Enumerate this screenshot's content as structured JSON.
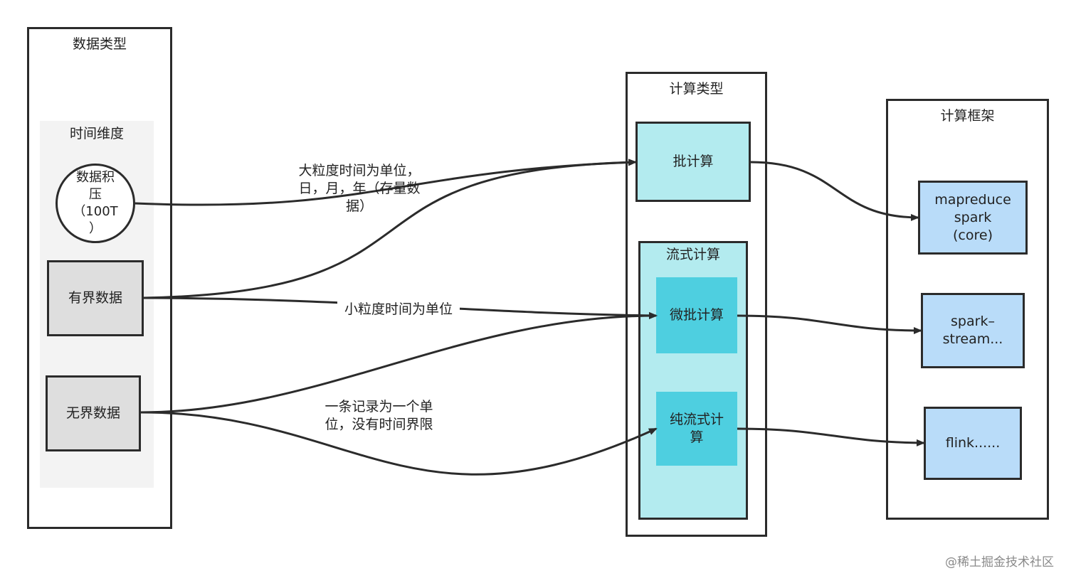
{
  "data_types": {
    "title": "数据类型",
    "time_dimension": "时间维度",
    "backlog": "数据积\n压\n（100T\n）",
    "bounded": "有界数据",
    "unbounded": "无界数据"
  },
  "compute_types": {
    "title": "计算类型",
    "batch": "批计算",
    "stream": "流式计算",
    "micro_batch": "微批计算",
    "pure_stream": "纯流式计\n算"
  },
  "frameworks": {
    "title": "计算框架",
    "mapreduce": "mapreduce\nspark\n(core)",
    "spark_streaming": "spark–\nstream...",
    "flink": "flink......"
  },
  "edge_labels": {
    "coarse": "大粒度时间为单位，\n日，月，年（存量数\n据）",
    "fine": "小粒度时间为单位",
    "record": "一条记录为一个单\n位，没有时间界限"
  },
  "watermark": "@稀土掘金技术社区"
}
